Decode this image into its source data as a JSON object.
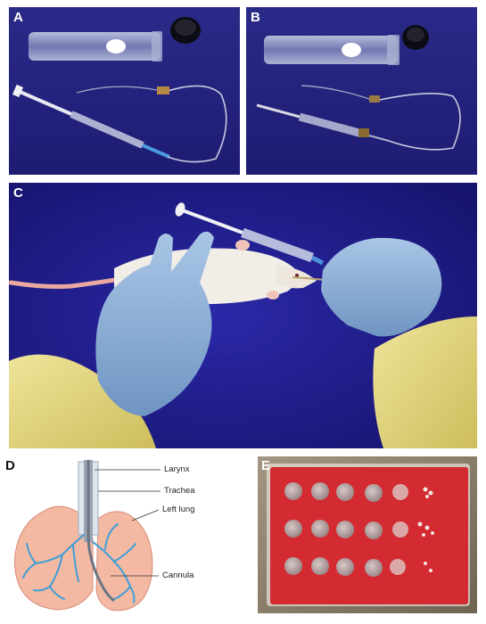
{
  "panels": {
    "a": {
      "label": "A"
    },
    "b": {
      "label": "B"
    },
    "c": {
      "label": "C"
    },
    "d": {
      "label": "D"
    },
    "e": {
      "label": "E"
    }
  },
  "diagram": {
    "larynx": "Larynx",
    "trachea": "Trachea",
    "left_lung": "Left lung",
    "cannula": "Cannula"
  },
  "colors": {
    "backdrop_blue": "#1e1b8c",
    "glove_blue": "#8fb3d8",
    "gown_yellow": "#e6d77a",
    "agar_red": "#d42a32",
    "lung_pink": "#f4b9a3",
    "airway_blue": "#3f9fd6"
  }
}
